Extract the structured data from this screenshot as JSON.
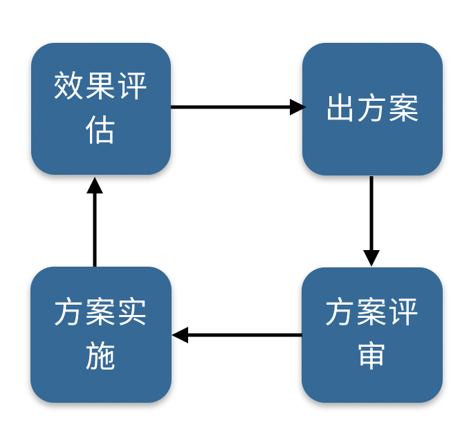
{
  "diagram": {
    "title": "plan-cycle-flowchart",
    "colors": {
      "node_fill": "#3E79AC",
      "node_text": "#FFFFFF",
      "arrow": "#000000",
      "background": "#FFFFFF"
    },
    "nodes": [
      {
        "id": "effect-evaluation",
        "label": "效果评估"
      },
      {
        "id": "produce-plan",
        "label": "出方案"
      },
      {
        "id": "plan-review",
        "label": "方案评审"
      },
      {
        "id": "plan-implementation",
        "label": "方案实施"
      }
    ],
    "edges": [
      {
        "from": "effect-evaluation",
        "to": "produce-plan",
        "direction": "right"
      },
      {
        "from": "produce-plan",
        "to": "plan-review",
        "direction": "down"
      },
      {
        "from": "plan-review",
        "to": "plan-implementation",
        "direction": "left"
      },
      {
        "from": "plan-implementation",
        "to": "effect-evaluation",
        "direction": "up"
      }
    ]
  }
}
